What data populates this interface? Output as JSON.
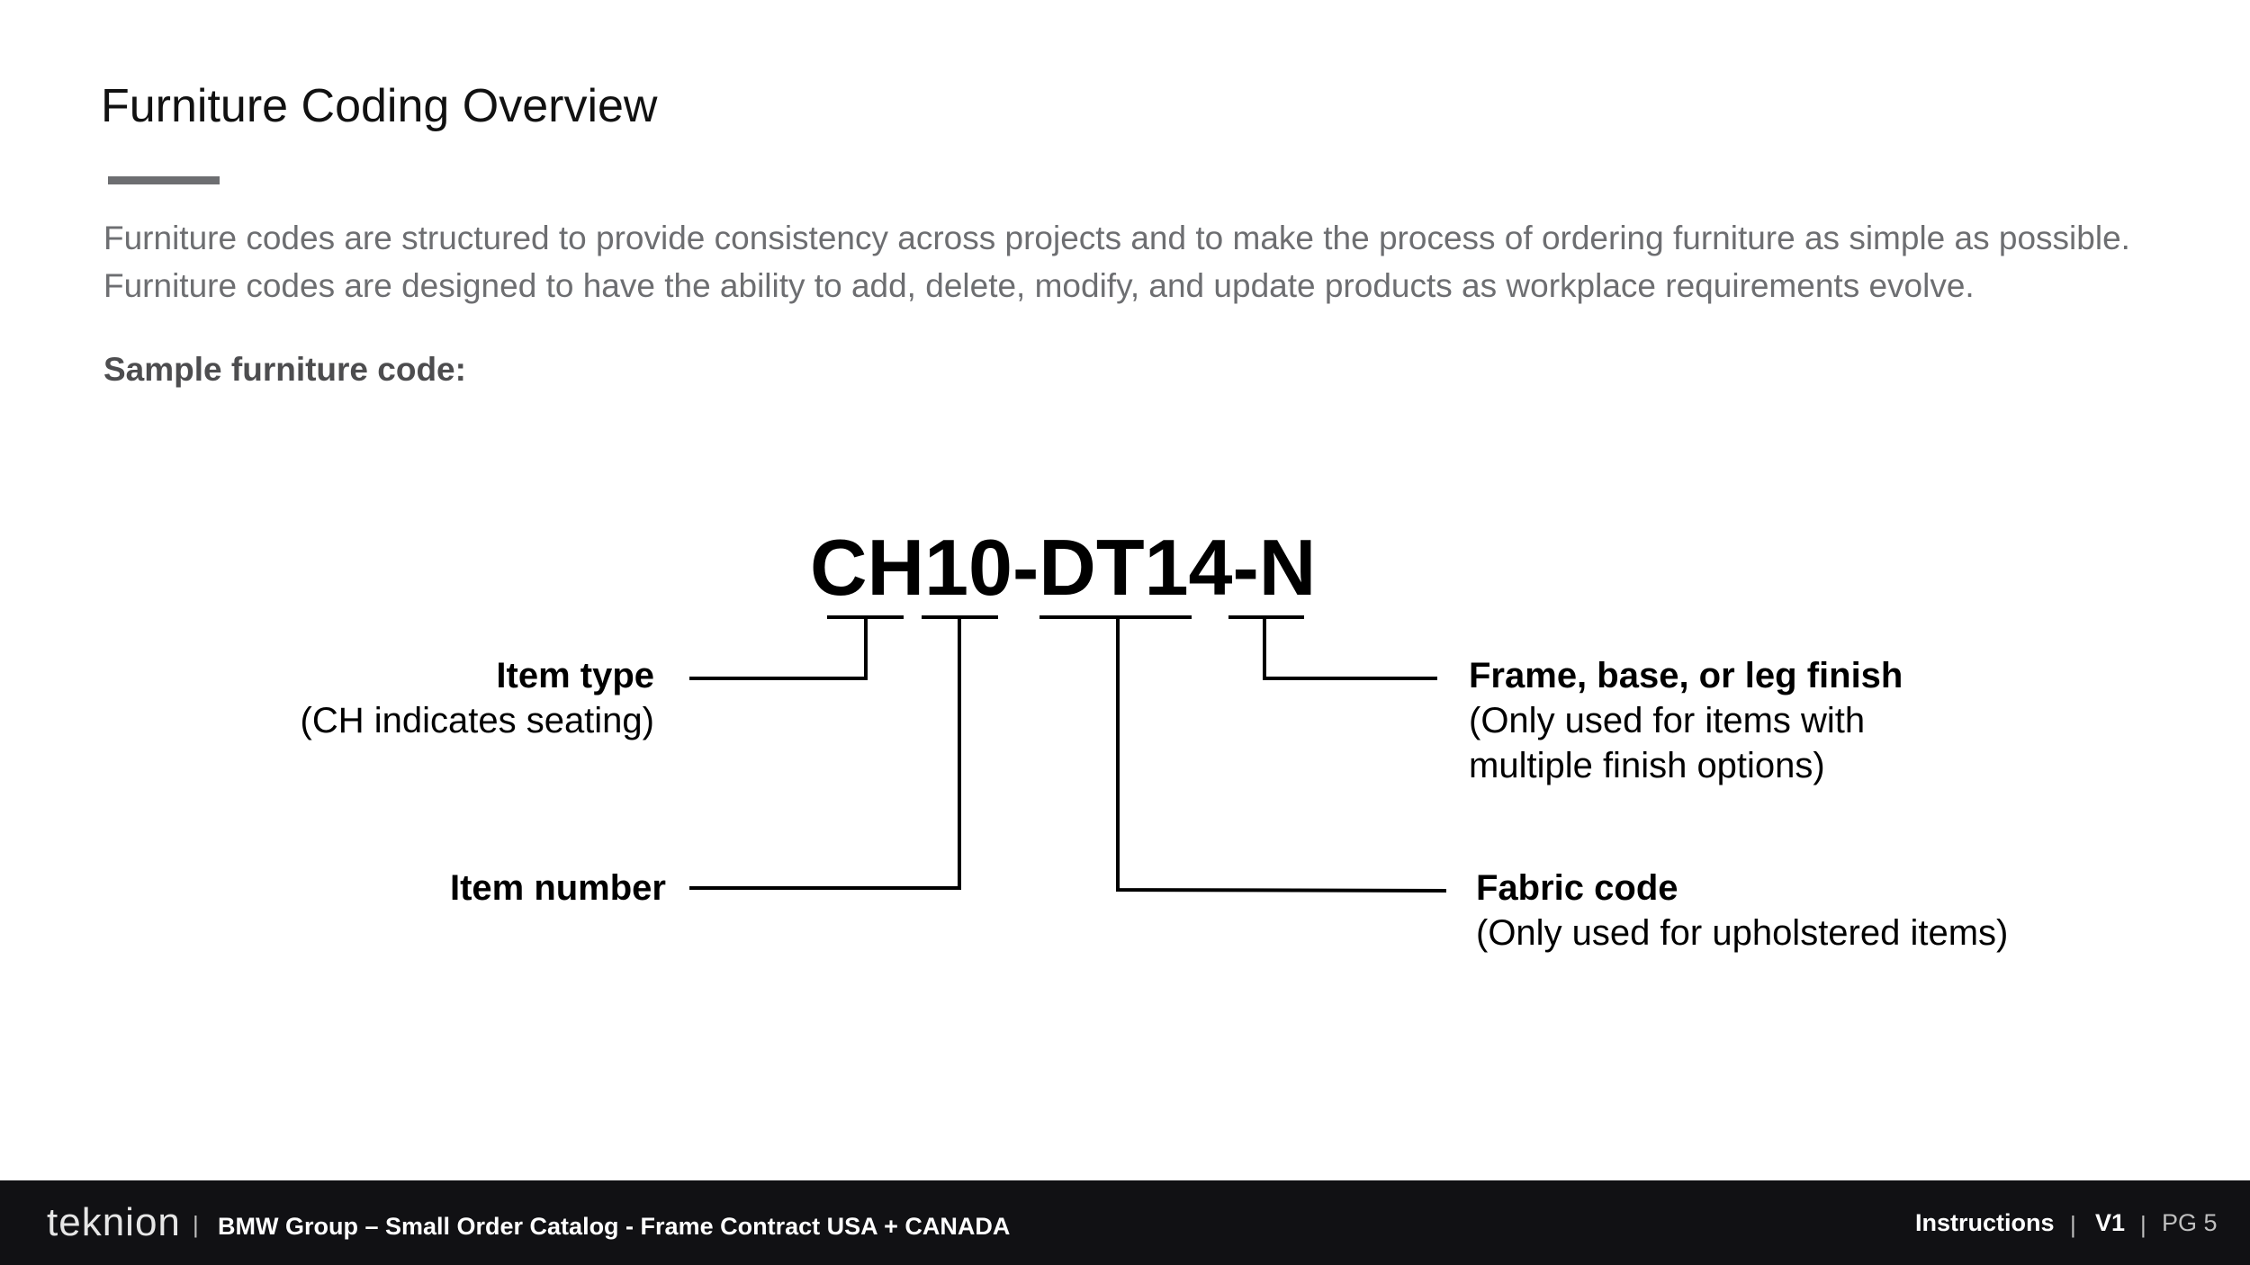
{
  "page": {
    "title": "Furniture Coding Overview",
    "intro": "Furniture codes are structured to provide consistency across projects and to make the process of ordering furniture as simple as possible. Furniture codes are designed to have the ability to add, delete, modify, and update products as workplace requirements evolve.",
    "sample_label": "Sample furniture code:"
  },
  "code": {
    "value": "CH10-DT14-N",
    "segments": [
      {
        "key": "item_type",
        "label": "Item type",
        "description": "(CH indicates seating)"
      },
      {
        "key": "item_number",
        "label": "Item number",
        "description": ""
      },
      {
        "key": "fabric_code",
        "label": "Fabric code",
        "description": "(Only used for upholstered items)"
      },
      {
        "key": "finish",
        "label": "Frame, base, or leg finish",
        "description_line1": "(Only used for  items with",
        "description_line2": "multiple finish options)"
      }
    ]
  },
  "footer": {
    "logo": "teknion",
    "separator": "|",
    "catalog": "BMW Group – Small Order Catalog - Frame Contract USA + CANADA",
    "section": "Instructions",
    "version": "V1",
    "page": "PG 5"
  },
  "colors": {
    "footer_bg": "#111114",
    "body_text_gray": "#6d6e71",
    "rule_gray": "#6d6e71"
  }
}
